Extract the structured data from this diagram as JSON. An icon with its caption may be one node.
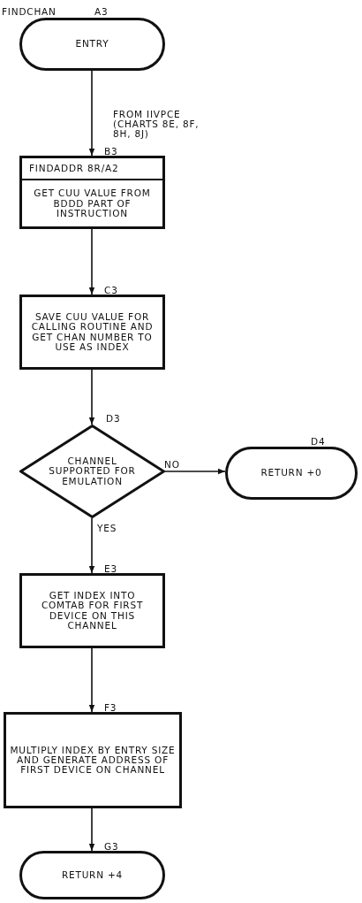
{
  "diagram": {
    "nodes": [
      {
        "text": [
          "ENTRY"
        ],
        "beside": [
          "FINDCHAN",
          "A3"
        ]
      },
      {
        "text": [
          "FINDADDR 8R/A2",
          "GET CUU VALUE FROM BDDD PART OF INSTRUCTION"
        ],
        "beside": [
          "B3"
        ]
      },
      {
        "text": [
          "SAVE CUU VALUE FOR CALLING ROUTINE AND GET CHAN NUMBER TO USE AS INDEX"
        ],
        "beside": [
          "C3"
        ]
      },
      {
        "text": [
          "CHANNEL SUPPORTED FOR EMULATION"
        ],
        "beside": [
          "D3"
        ]
      },
      {
        "text": [
          "RETURN +0"
        ],
        "beside": [
          "D4"
        ]
      },
      {
        "text": [
          "GET INDEX INTO COMTAB FOR FIRST DEVICE ON THIS CHANNEL"
        ],
        "beside": [
          "E3"
        ]
      },
      {
        "text": [
          "MULTIPLY INDEX BY ENTRY SIZE AND GENERATE ADDRESS OF FIRST DEVICE ON CHANNEL"
        ],
        "beside": [
          "F3"
        ]
      },
      {
        "text": [
          "RETURN +4"
        ],
        "beside": [
          "G3"
        ]
      }
    ],
    "edges": [
      {
        "from": 0,
        "to": 1,
        "arrow": "to",
        "label": "FROM IIVPCE (CHARTS 8E, 8F, 8H, 8J)"
      },
      {
        "from": 1,
        "to": 2,
        "arrow": "to"
      },
      {
        "from": 2,
        "to": 3,
        "arrow": "to"
      },
      {
        "from": 3,
        "to": 4,
        "arrow": "to",
        "label": "NO"
      },
      {
        "from": 3,
        "to": 5,
        "arrow": "to",
        "label": "YES"
      },
      {
        "from": 5,
        "to": 6,
        "arrow": "to"
      },
      {
        "from": 6,
        "to": 7,
        "arrow": "to"
      }
    ]
  }
}
